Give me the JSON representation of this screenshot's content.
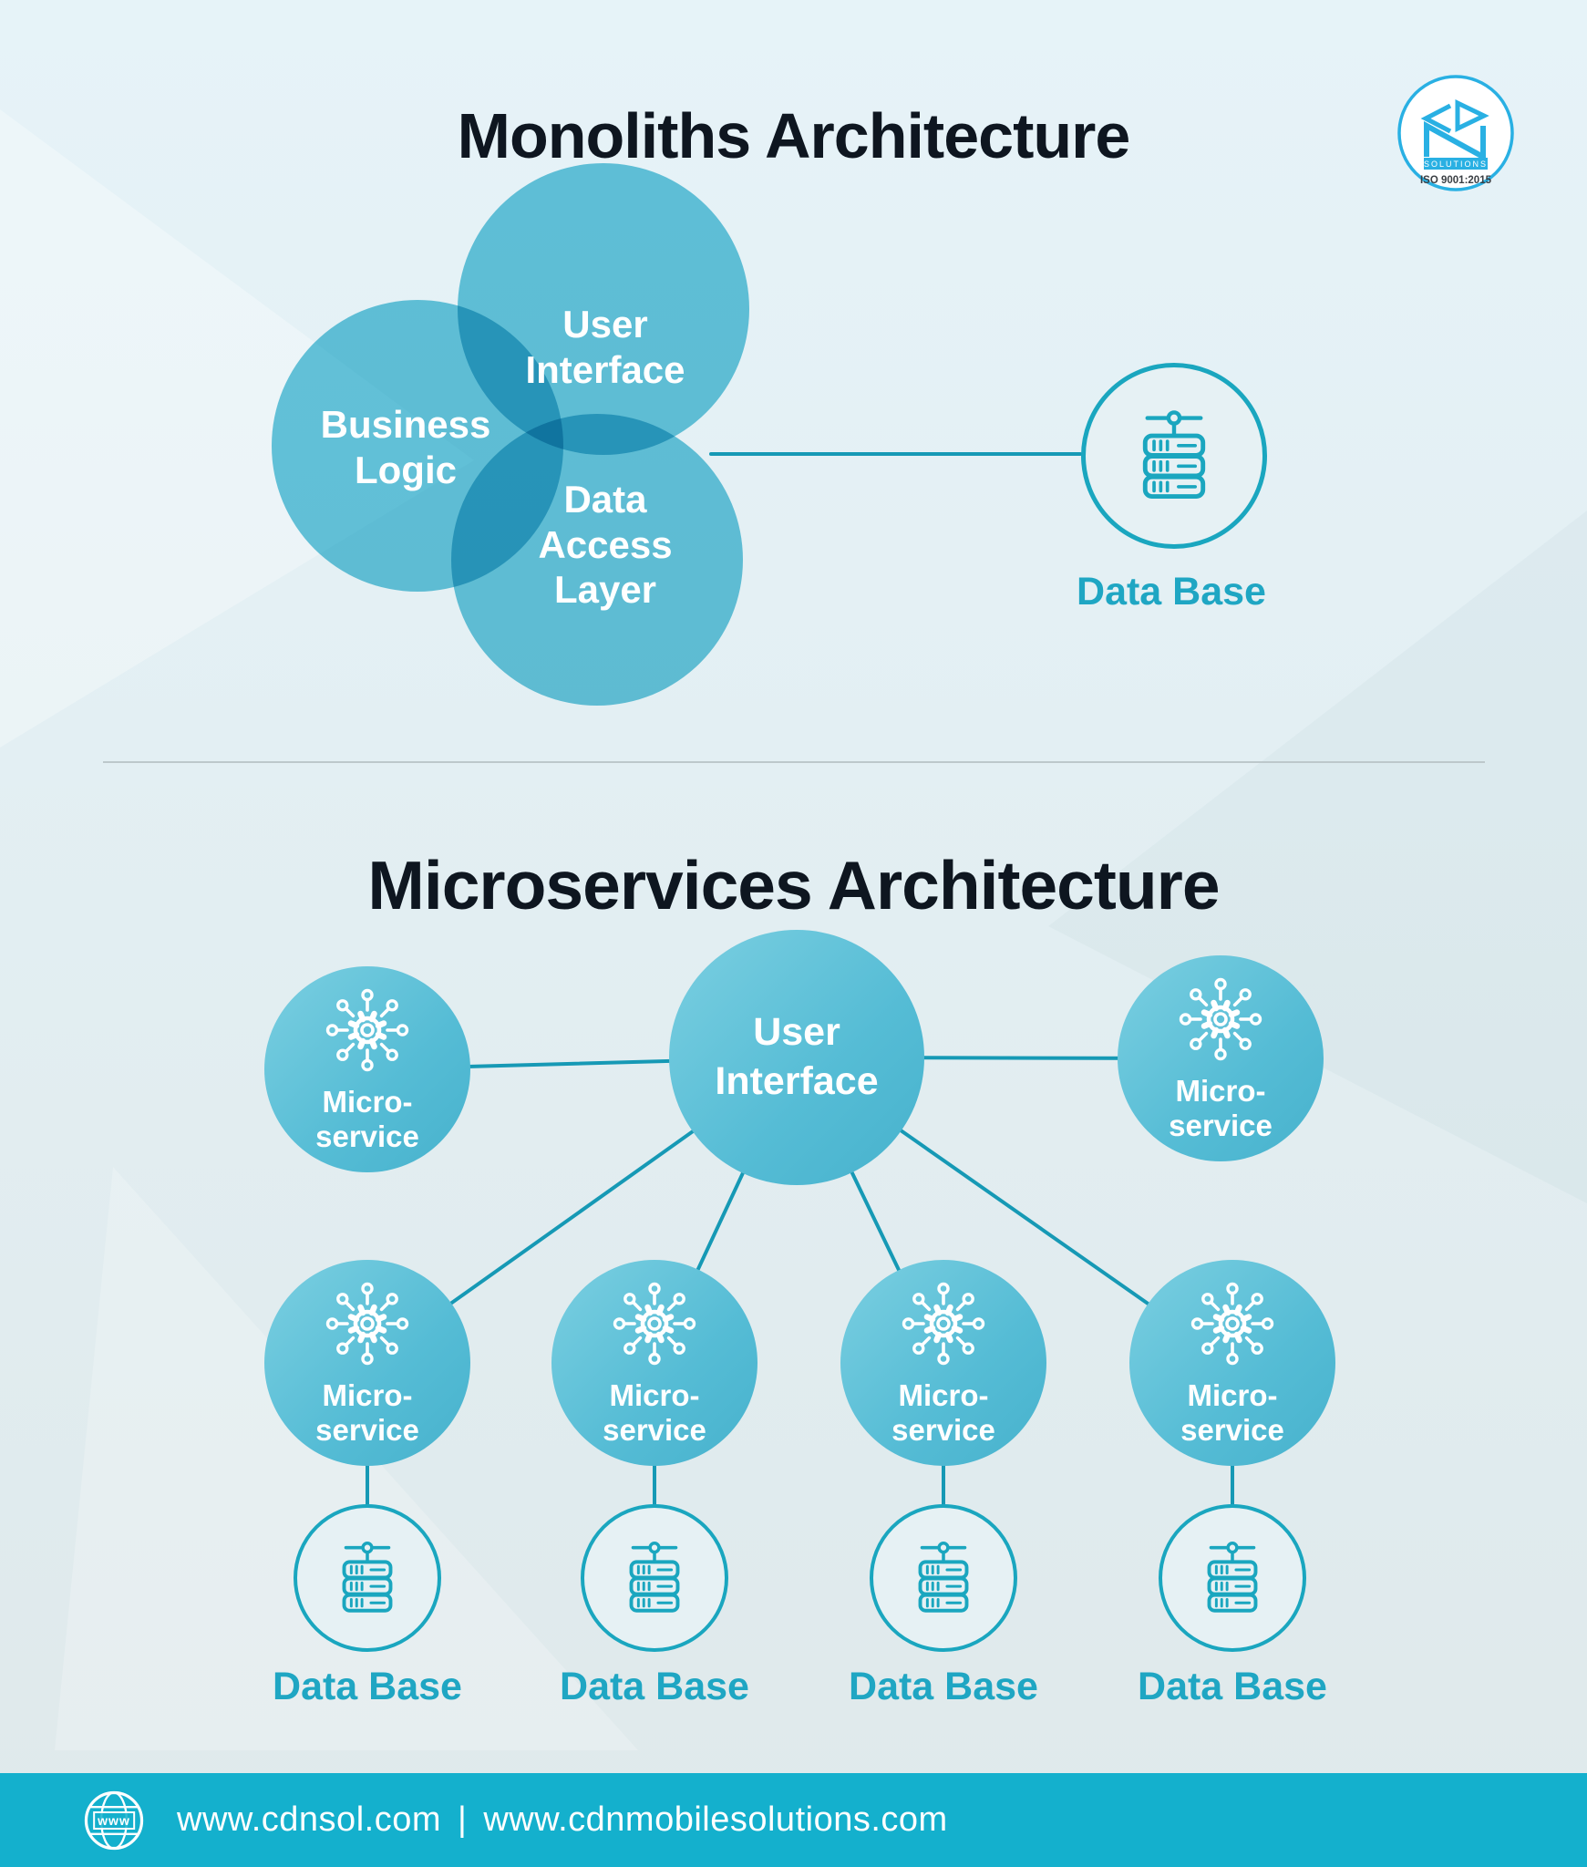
{
  "colors": {
    "accent_line": "#1699b5",
    "icon_stroke": "#1aa6bf",
    "db_label": "#1fa6c3",
    "circle_fill_start": "#7bcfe1",
    "circle_fill_end": "#47b2cd",
    "venn_fill": "#5cc4da",
    "footer_bar": "#14b0cd",
    "title": "#0e1620",
    "logo_blue": "#29b0e3"
  },
  "logo": {
    "solutions": "SOLUTIONS",
    "iso": "ISO 9001:2015"
  },
  "monolith": {
    "title": "Monoliths Architecture",
    "venn_user_interface": [
      "User",
      "Interface"
    ],
    "venn_business_logic": [
      "Business",
      "Logic"
    ],
    "venn_data_access": [
      "Data",
      "Access",
      "Layer"
    ],
    "db_label": "Data Base"
  },
  "micro": {
    "title": "Microservices Architecture",
    "ui": [
      "User",
      "Interface"
    ],
    "service": [
      "Micro-",
      "service"
    ],
    "db_label": "Data Base"
  },
  "footer": {
    "globe_label": "www",
    "site1": "www.cdnsol.com",
    "sep": "|",
    "site2": "www.cdnmobilesolutions.com"
  }
}
